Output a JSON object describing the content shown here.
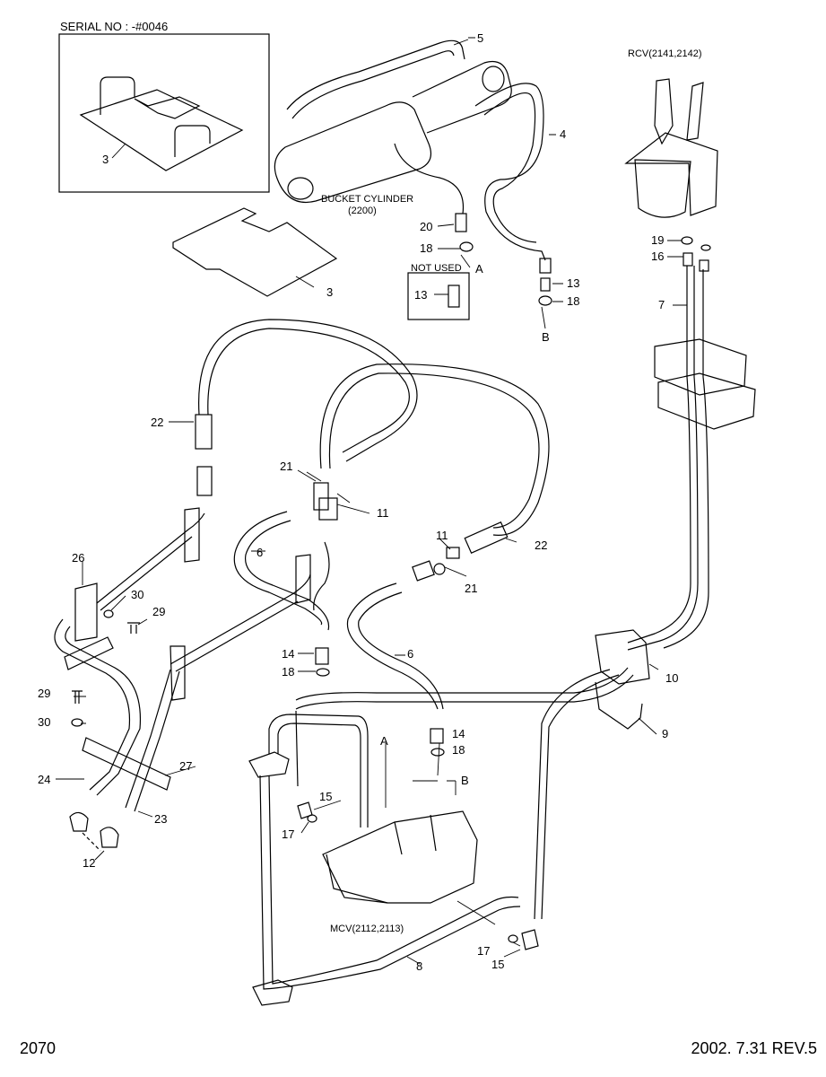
{
  "header": {
    "serial_label": "SERIAL NO :  -#0046"
  },
  "components": {
    "rcv": "RCV(2141,2142)",
    "bucket_cylinder": "BUCKET CYLINDER",
    "bucket_cylinder_code": "(2200)",
    "mcv": "MCV(2112,2113)",
    "not_used": "NOT USED"
  },
  "callouts": {
    "p3a": "3",
    "p3b": "3",
    "p5": "5",
    "p4": "4",
    "p20": "20",
    "p18a": "18",
    "pA1": "A",
    "p13nu": "13",
    "p13": "13",
    "p18b": "18",
    "pB1": "B",
    "p19": "19",
    "p16": "16",
    "p7": "7",
    "p22a": "22",
    "p21a": "21",
    "p11a": "11",
    "p26": "26",
    "p6a": "6",
    "p11b": "11",
    "p22b": "22",
    "p21b": "21",
    "p30a": "30",
    "p29a": "29",
    "p14a": "14",
    "p18c": "18",
    "p6b": "6",
    "p10": "10",
    "p29b": "29",
    "p30b": "30",
    "p9": "9",
    "pA2": "A",
    "p14b": "14",
    "p18d": "18",
    "pB2": "B",
    "p24": "24",
    "p27": "27",
    "p15a": "15",
    "p23": "23",
    "p17a": "17",
    "p12": "12",
    "p17b": "17",
    "p15b": "15",
    "p8": "8"
  },
  "footer": {
    "page_number": "2070",
    "revision": "2002. 7.31  REV.5"
  }
}
